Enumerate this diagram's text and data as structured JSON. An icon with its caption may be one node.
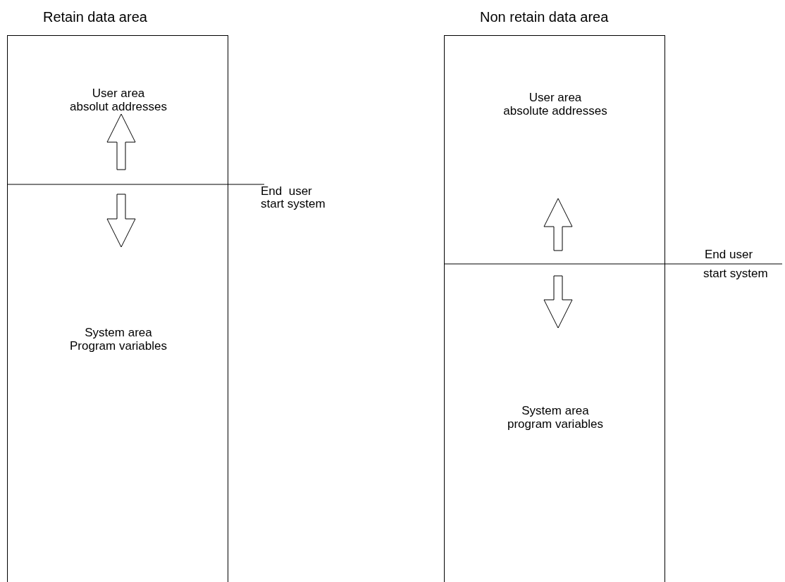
{
  "diagram": {
    "nodes": [
      {
        "text": [
          "Retain data area"
        ]
      },
      {
        "text": [
          "User area absolut addresses"
        ],
        "in": 0
      },
      {
        "text": [
          "System area Program variables"
        ],
        "in": 0
      },
      {
        "text": [
          "Non retain data area"
        ]
      },
      {
        "text": [
          "User area absolute addresses"
        ],
        "in": 3
      },
      {
        "text": [
          "System area program variables"
        ],
        "in": 3
      }
    ],
    "labels": [
      "End  user",
      "start system",
      "End user",
      "start system"
    ]
  }
}
